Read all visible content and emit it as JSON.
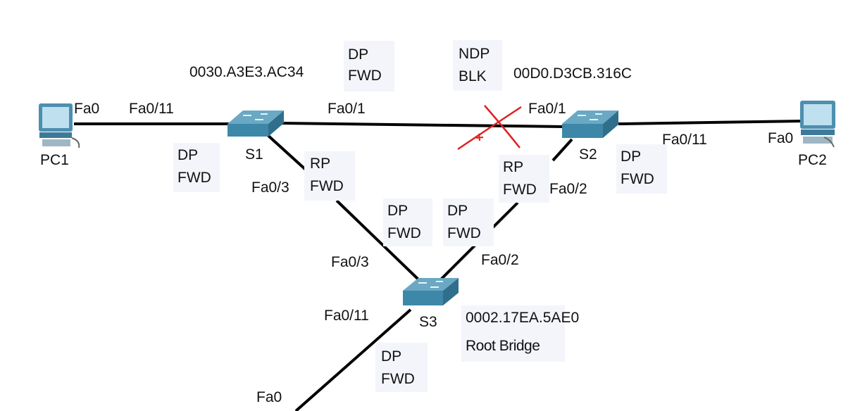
{
  "devices": {
    "pc1": {
      "name": "PC1",
      "port": "Fa0"
    },
    "pc2": {
      "name": "PC2",
      "port": "Fa0"
    },
    "s1": {
      "name": "S1",
      "mac": "0030.A3E3.AC34"
    },
    "s2": {
      "name": "S2",
      "mac": "00D0.D3CB.316C"
    },
    "s3": {
      "name": "S3",
      "mac": "0002.17EA.5AE0",
      "role": "Root Bridge"
    },
    "bottom_host": {
      "port": "Fa0"
    }
  },
  "ports": {
    "s1_fa011": "Fa0/11",
    "s1_fa01": "Fa0/1",
    "s1_fa03": "Fa0/3",
    "s2_fa01": "Fa0/1",
    "s2_fa011": "Fa0/11",
    "s2_fa02": "Fa0/2",
    "s3_fa03": "Fa0/3",
    "s3_fa02": "Fa0/2",
    "s3_fa011": "Fa0/11"
  },
  "states": {
    "s1_fa01": {
      "role": "DP",
      "state": "FWD"
    },
    "s2_fa01": {
      "role": "NDP",
      "state": "BLK"
    },
    "s1_fa011": {
      "role": "DP",
      "state": "FWD"
    },
    "s1_fa03": {
      "role": "RP",
      "state": "FWD"
    },
    "s2_fa02": {
      "role": "RP",
      "state": "FWD"
    },
    "s2_fa011": {
      "role": "DP",
      "state": "FWD"
    },
    "s3_fa03": {
      "role": "DP",
      "state": "FWD"
    },
    "s3_fa02": {
      "role": "DP",
      "state": "FWD"
    },
    "s3_fa011": {
      "role": "DP",
      "state": "FWD"
    }
  },
  "colors": {
    "link": "#000000",
    "switch_top": "#6aa8c4",
    "switch_front": "#3d87a8",
    "blocked_mark": "#e02020",
    "label_box": "#f3f5fb"
  }
}
